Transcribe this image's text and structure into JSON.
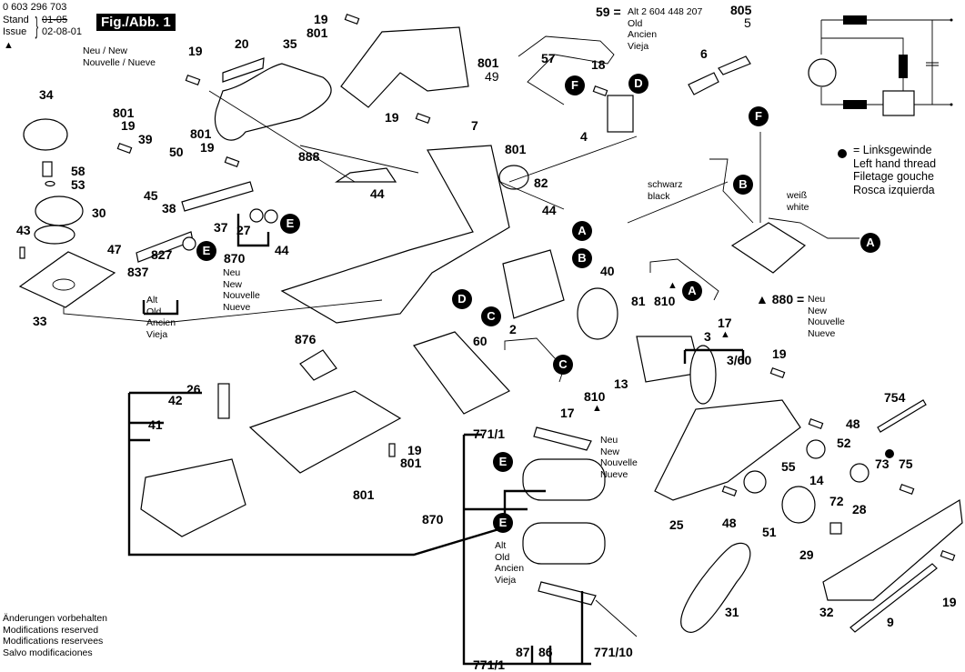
{
  "header": {
    "part_number": "0 603 296 703",
    "stand_label": "Stand",
    "stand_value": "01-05",
    "issue_label": "Issue",
    "issue_value": "02-08-01",
    "figure_label": "Fig./Abb. 1",
    "new_marker_symbol": "▲",
    "new_marker_text": "Neu / New\nNouvelle / Nueve"
  },
  "footer": {
    "modifications": "Änderungen vorbehalten\nModifications reserved\nModifications reservees\nSalvo modificaciones"
  },
  "legend": {
    "left_thread_symbol": "●",
    "left_thread_text": "= Linksgewinde\nLeft hand thread\nFiletage gouche\nRosca izquierda"
  },
  "notes": {
    "part59": "59 =",
    "part59_text": "Alt 2 604 448 207\nOld\nAncien\nVieja",
    "part880": "▲ 880 =",
    "part880_text": "Neu\nNew\nNouvelle\nNueve",
    "wire_black": "schwarz\nblack",
    "wire_white": "weiß\nwhite",
    "new_870": "Neu\nNew\nNouvelle\nNueve",
    "old_837": "Alt\nOld\nAncien\nVieja",
    "new_7711": "Neu\nNew\nNouvelle\nNueve",
    "old_7711": "Alt\nOld\nAncien\nVieja"
  },
  "callouts": {
    "A": "A",
    "B": "B",
    "C": "C",
    "D": "D",
    "E": "E",
    "F": "F"
  },
  "parts": {
    "p2": "2",
    "p3": "3",
    "p3_60": "3/60",
    "p4": "4",
    "p5": "5",
    "p6": "6",
    "p7": "7",
    "p9": "9",
    "p13": "13",
    "p14": "14",
    "p17": "17",
    "p18": "18",
    "p19": "19",
    "p20": "20",
    "p25": "25",
    "p26": "26",
    "p27": "27",
    "p28": "28",
    "p29": "29",
    "p30": "30",
    "p31": "31",
    "p32": "32",
    "p33": "33",
    "p34": "34",
    "p35": "35",
    "p37": "37",
    "p38": "38",
    "p39": "39",
    "p40": "40",
    "p41": "41",
    "p42": "42",
    "p43": "43",
    "p44": "44",
    "p45": "45",
    "p47": "47",
    "p48": "48",
    "p49": "49",
    "p50": "50",
    "p51": "51",
    "p52": "52",
    "p53": "53",
    "p55": "55",
    "p57": "57",
    "p58": "58",
    "p60": "60",
    "p72": "72",
    "p73": "73",
    "p75": "75",
    "p81": "81",
    "p82": "82",
    "p86": "86",
    "p87": "87",
    "p754": "754",
    "p771_1": "771/1",
    "p771_10": "771/10",
    "p801": "801",
    "p805": "805",
    "p810": "810",
    "p827": "827",
    "p837": "837",
    "p870": "870",
    "p876": "876",
    "p888": "888",
    "triangle": "▲"
  }
}
